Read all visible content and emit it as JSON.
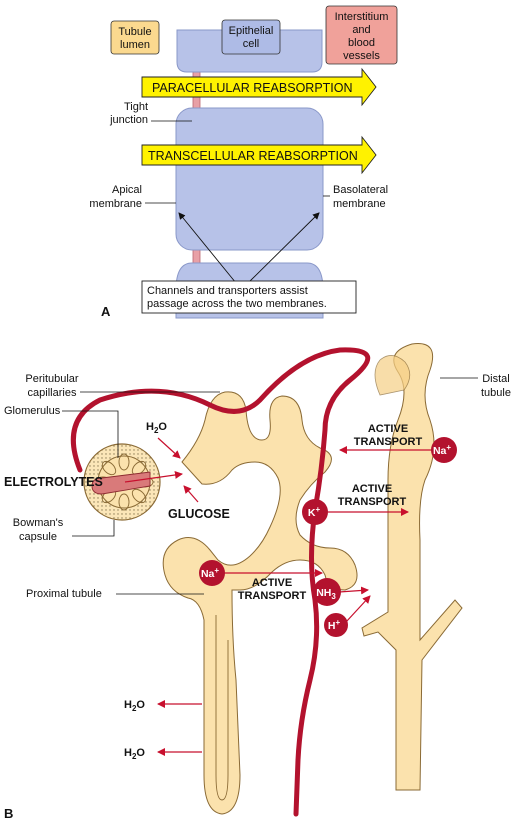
{
  "panel_a": {
    "panel_letter": "A",
    "tubule_lumen": [
      "Tubule",
      "lumen"
    ],
    "epithelial_cell": [
      "Epithelial",
      "cell"
    ],
    "interstitium": [
      "Interstitium",
      "and",
      "blood",
      "vessels"
    ],
    "paracellular": "PARACELLULAR REABSORPTION",
    "transcellular": "TRANSCELLULAR REABSORPTION",
    "tight_junction": [
      "Tight",
      "junction"
    ],
    "apical_membrane": [
      "Apical",
      "membrane"
    ],
    "basolateral_membrane": [
      "Basolateral",
      "membrane"
    ],
    "channels_note": [
      "Channels and transporters assist",
      "passage across the two membranes."
    ]
  },
  "panel_b": {
    "panel_letter": "B",
    "peritubular_capillaries": [
      "Peritubular",
      "capillaries"
    ],
    "glomerulus": "Glomerulus",
    "h2o": "H",
    "h2o_sub": "2",
    "h2o_o": "O",
    "electrolytes": "ELECTROLYTES",
    "glucose": "GLUCOSE",
    "bowmans_capsule": [
      "Bowman's",
      "capsule"
    ],
    "proximal_tubule": "Proximal tubule",
    "distal_tubule": [
      "Distal",
      "tubule"
    ],
    "active_transport": [
      "ACTIVE",
      "TRANSPORT"
    ],
    "na_ion": "Na",
    "k_ion": "K",
    "nh3_ion": "NH",
    "nh3_sub": "3",
    "h_ion": "H",
    "plus": "+"
  },
  "colors": {
    "cell_fill": "#b7c2e8",
    "arrow_yellow": "#fff200",
    "lumen_box": "#fbd98f",
    "epithelial_box": "#aebbe6",
    "interstitium_box": "#f0a19a",
    "tubule_fill": "#fbe2ad",
    "vessel_red": "#b3122e"
  }
}
